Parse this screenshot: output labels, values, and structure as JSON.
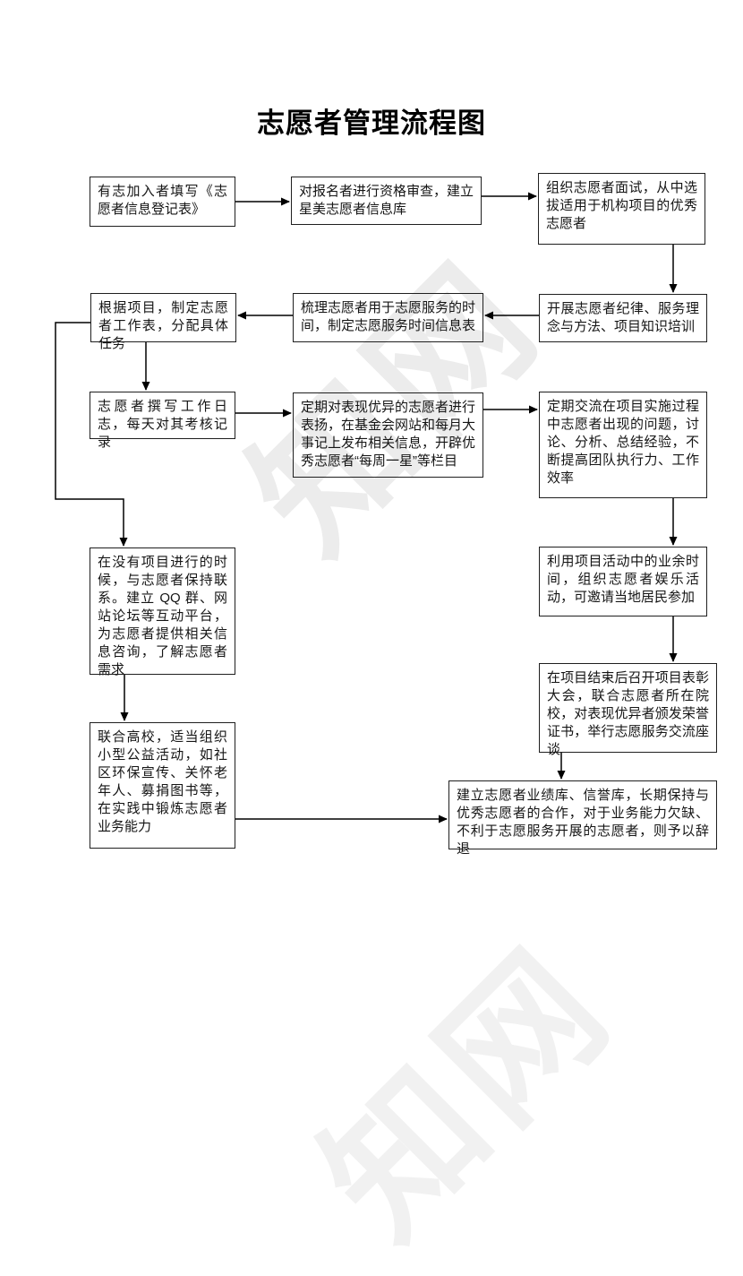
{
  "page": {
    "title": "志愿者管理流程图",
    "background_color": "#ffffff",
    "line_color": "#000000",
    "watermark_text": "知网"
  },
  "flowchart": {
    "nodes": [
      {
        "id": "registration-form",
        "text": "有志加入者填写《志愿者信息登记表》"
      },
      {
        "id": "qualification-review",
        "text": "对报名者进行资格审查，建立星美志愿者信息库"
      },
      {
        "id": "interview-selection",
        "text": "组织志愿者面试，从中选拔适用于机构项目的优秀志愿者"
      },
      {
        "id": "training",
        "text": "开展志愿者纪律、服务理念与方法、项目知识培训"
      },
      {
        "id": "service-time-schedule",
        "text": "梳理志愿者用于志愿服务的时间，制定志愿服务时间信息表"
      },
      {
        "id": "work-assignment",
        "text": "根据项目，制定志愿者工作表，分配具体任务"
      },
      {
        "id": "work-log",
        "text": "志愿者撰写工作日志，每天对其考核记录"
      },
      {
        "id": "recognition-publicity",
        "text": "定期对表现优异的志愿者进行表扬，在基金会网站和每月大事记上发布相关信息，开辟优秀志愿者“每周一星”等栏目"
      },
      {
        "id": "regular-communication",
        "text": "定期交流在项目实施过程中志愿者出现的问题，讨论、分析、总结经验，不断提高团队执行力、工作效率"
      },
      {
        "id": "recreation-activities",
        "text": "利用项目活动中的业余时间，组织志愿者娱乐活动，可邀请当地居民参加"
      },
      {
        "id": "commendation-meeting",
        "text": "在项目结束后召开项目表彰大会，联合志愿者所在院校，对表现优异者颁发荣誉证书，举行志愿服务交流座谈"
      },
      {
        "id": "performance-database",
        "text": "建立志愿者业绩库、信誉库，长期保持与优秀志愿者的合作，对于业务能力欠缺、不利于志愿服务开展的志愿者，则予以辞退"
      },
      {
        "id": "keep-contact",
        "text": "在没有项目进行的时候，与志愿者保持联系。建立 QQ 群、网站论坛等互动平台，为志愿者提供相关信息咨询，了解志愿者需求"
      },
      {
        "id": "public-welfare-activities",
        "text": "联合高校，适当组织小型公益活动，如社区环保宣传、关怀老年人、募捐图书等，在实践中锻炼志愿者业务能力"
      }
    ],
    "edges": [
      [
        "registration-form",
        "qualification-review"
      ],
      [
        "qualification-review",
        "interview-selection"
      ],
      [
        "interview-selection",
        "training"
      ],
      [
        "training",
        "service-time-schedule"
      ],
      [
        "service-time-schedule",
        "work-assignment"
      ],
      [
        "work-assignment",
        "work-log"
      ],
      [
        "work-assignment",
        "keep-contact"
      ],
      [
        "work-log",
        "recognition-publicity"
      ],
      [
        "recognition-publicity",
        "regular-communication"
      ],
      [
        "regular-communication",
        "recreation-activities"
      ],
      [
        "recreation-activities",
        "commendation-meeting"
      ],
      [
        "commendation-meeting",
        "performance-database"
      ],
      [
        "keep-contact",
        "public-welfare-activities"
      ],
      [
        "public-welfare-activities",
        "performance-database"
      ]
    ]
  }
}
